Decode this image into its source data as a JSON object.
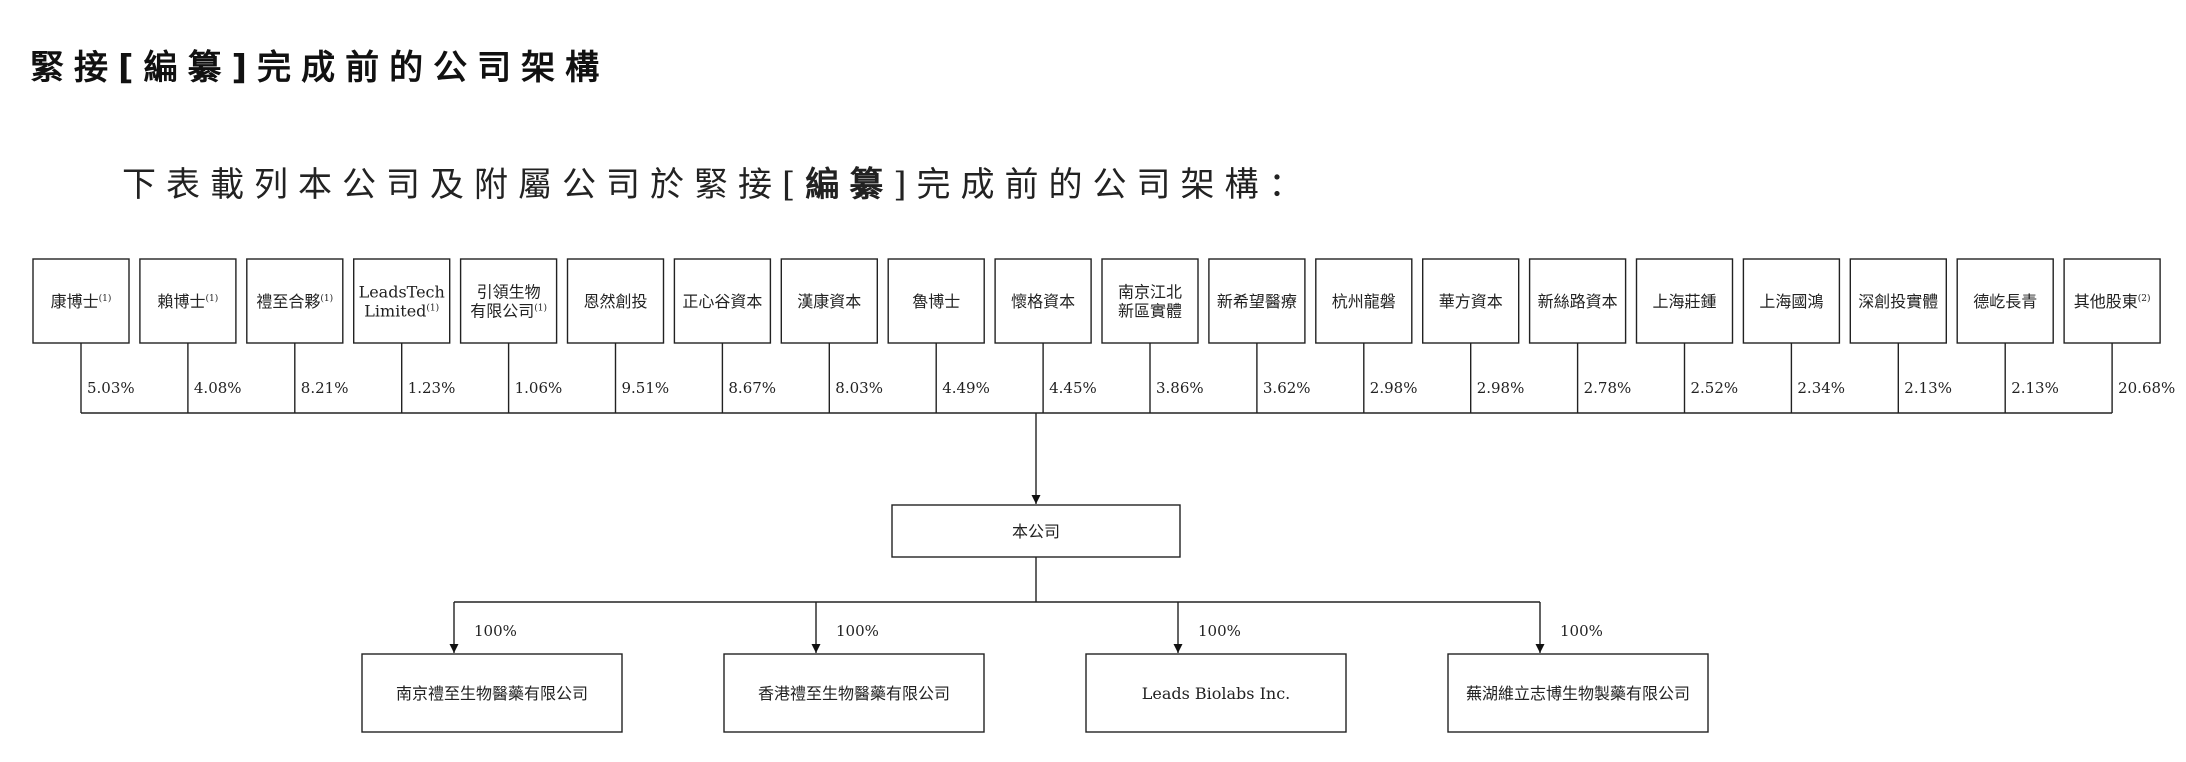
{
  "heading": {
    "pre": "緊接[",
    "bold": "編纂",
    "post": "]完成前的公司架構"
  },
  "intro": {
    "pre": "下表載列本公司及附屬公司於緊接[",
    "bold": "編纂",
    "post": "]完成前的公司架構："
  },
  "shareholders": [
    {
      "lines": [
        "康博士"
      ],
      "note": "(1)",
      "pct": "5.03%"
    },
    {
      "lines": [
        "賴博士"
      ],
      "note": "(1)",
      "pct": "4.08%"
    },
    {
      "lines": [
        "禮至合夥"
      ],
      "note": "(1)",
      "pct": "8.21%"
    },
    {
      "lines": [
        "LeadsTech",
        "Limited"
      ],
      "note": "(1)",
      "pct": "1.23%"
    },
    {
      "lines": [
        "引領生物",
        "有限公司"
      ],
      "note": "(1)",
      "pct": "1.06%"
    },
    {
      "lines": [
        "恩然創投"
      ],
      "note": "",
      "pct": "9.51%"
    },
    {
      "lines": [
        "正心谷資本"
      ],
      "note": "",
      "pct": "8.67%"
    },
    {
      "lines": [
        "漢康資本"
      ],
      "note": "",
      "pct": "8.03%"
    },
    {
      "lines": [
        "魯博士"
      ],
      "note": "",
      "pct": "4.49%"
    },
    {
      "lines": [
        "懷格資本"
      ],
      "note": "",
      "pct": "4.45%"
    },
    {
      "lines": [
        "南京江北",
        "新區實體"
      ],
      "note": "",
      "pct": "3.86%"
    },
    {
      "lines": [
        "新希望醫療"
      ],
      "note": "",
      "pct": "3.62%"
    },
    {
      "lines": [
        "杭州龍磐"
      ],
      "note": "",
      "pct": "2.98%"
    },
    {
      "lines": [
        "華方資本"
      ],
      "note": "",
      "pct": "2.98%"
    },
    {
      "lines": [
        "新絲路資本"
      ],
      "note": "",
      "pct": "2.78%"
    },
    {
      "lines": [
        "上海莊鍾"
      ],
      "note": "",
      "pct": "2.52%"
    },
    {
      "lines": [
        "上海國鴻"
      ],
      "note": "",
      "pct": "2.34%"
    },
    {
      "lines": [
        "深創投實體"
      ],
      "note": "",
      "pct": "2.13%"
    },
    {
      "lines": [
        "德屹長青"
      ],
      "note": "",
      "pct": "2.13%"
    },
    {
      "lines": [
        "其他股東"
      ],
      "note": "(2)",
      "pct": "20.68%"
    }
  ],
  "company": {
    "name": "本公司"
  },
  "subsidiaries": [
    {
      "name": "南京禮至生物醫藥有限公司",
      "pct": "100%"
    },
    {
      "name": "香港禮至生物醫藥有限公司",
      "pct": "100%"
    },
    {
      "name": "Leads Biolabs Inc.",
      "pct": "100%"
    },
    {
      "name": "蕪湖維立志博生物製藥有限公司",
      "pct": "100%"
    }
  ]
}
